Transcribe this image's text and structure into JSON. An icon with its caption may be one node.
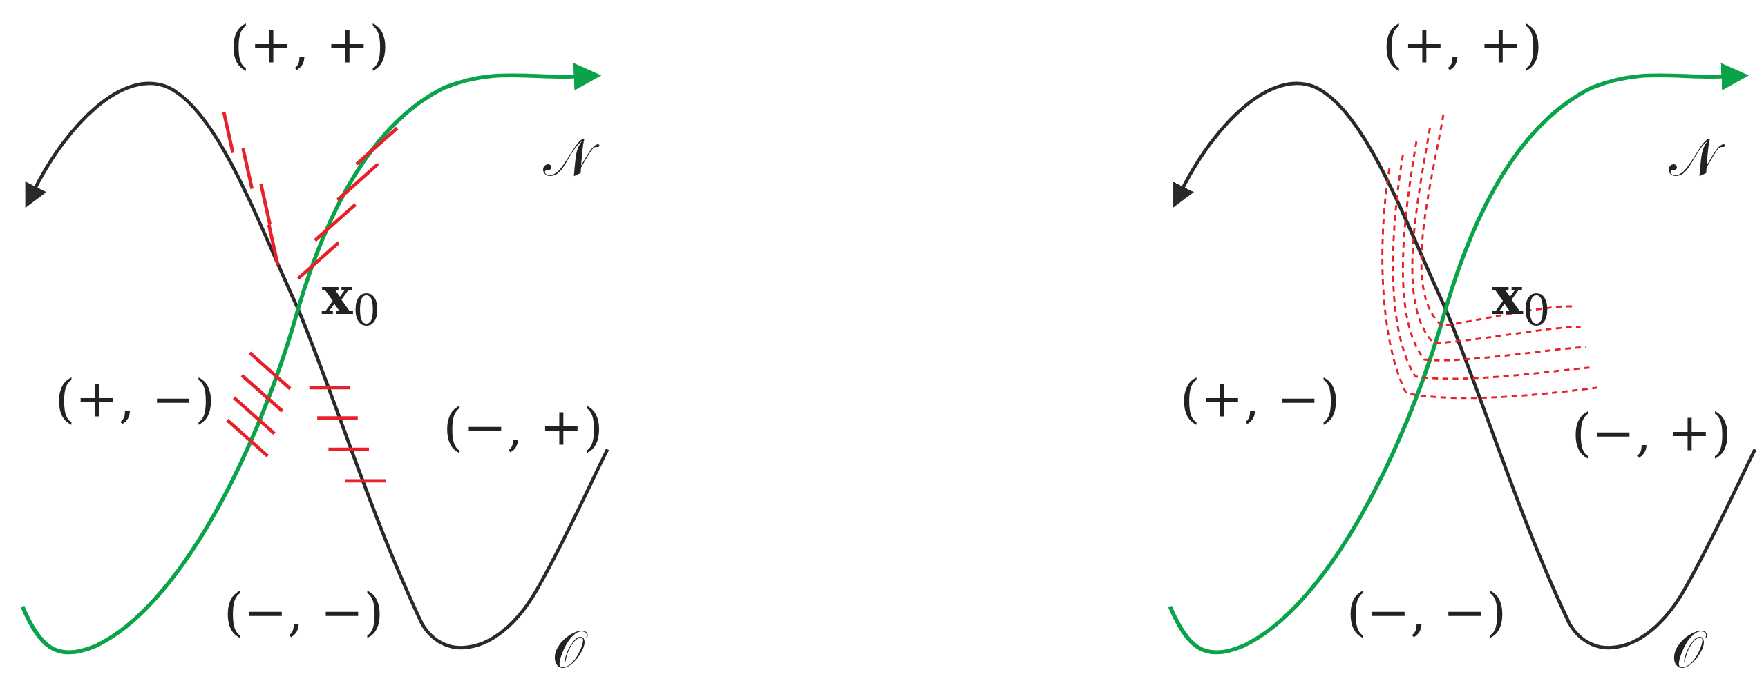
{
  "diagram": {
    "labels": [
      "(+, +)",
      "𝒩",
      "**x**$_{0}$",
      "(+, −)",
      "(−, +)",
      "(−, −)",
      "𝒪",
      "(+, +)",
      "𝒩",
      "**x**$_{0}$",
      "(+, −)",
      "(−, +)",
      "(−, −)",
      "𝒪"
    ]
  }
}
